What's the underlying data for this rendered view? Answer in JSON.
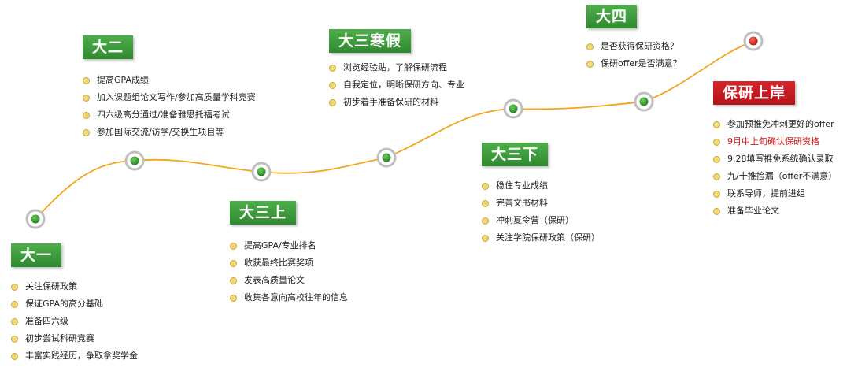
{
  "stages": [
    {
      "title": "大一",
      "items": [
        {
          "text": "关注保研政策"
        },
        {
          "text": "保证GPA的高分基础"
        },
        {
          "text": "准备四六级"
        },
        {
          "text": "初步尝试科研竞赛"
        },
        {
          "text": "丰富实践经历，争取拿奖学金"
        }
      ]
    },
    {
      "title": "大二",
      "items": [
        {
          "text": "提高GPA成绩"
        },
        {
          "text": "加入课题组论文写作/参加高质量学科竞赛"
        },
        {
          "text": "四六级高分通过/准备雅思托福考试"
        },
        {
          "text": "参加国际交流/访学/交换生项目等"
        }
      ]
    },
    {
      "title": "大三上",
      "items": [
        {
          "text": "提高GPA/专业排名"
        },
        {
          "text": "收获最终比赛奖项"
        },
        {
          "text": "发表高质量论文"
        },
        {
          "text": "收集各意向高校往年的信息"
        }
      ]
    },
    {
      "title": "大三寒假",
      "items": [
        {
          "text": "浏览经验贴，了解保研流程"
        },
        {
          "text": "自我定位，明晰保研方向、专业"
        },
        {
          "text": "初步着手准备保研的材料"
        }
      ]
    },
    {
      "title": "大三下",
      "items": [
        {
          "text": "稳住专业成绩"
        },
        {
          "text": "完善文书材料"
        },
        {
          "text": "冲刺夏令营（保研）"
        },
        {
          "text": "关注学院保研政策（保研）"
        }
      ]
    },
    {
      "title": "大四",
      "items": [
        {
          "text": "是否获得保研资格？"
        },
        {
          "text": "保研offer是否满意？"
        }
      ]
    },
    {
      "title": "保研上岸",
      "items": [
        {
          "text": "参加预推免冲刺更好的offer"
        },
        {
          "text": "9月中上旬确认保研资格",
          "highlight": true
        },
        {
          "text": "9.28填写推免系统确认录取"
        },
        {
          "text": "九/十推捡漏（offer不满意）"
        },
        {
          "text": "联系导师，提前进组"
        },
        {
          "text": "准备毕业论文"
        }
      ]
    }
  ],
  "colors": {
    "curve": "#f3a51c",
    "node_green": "#2f8a30",
    "node_end": "#d42020",
    "accent_red": "#d21a1a"
  }
}
